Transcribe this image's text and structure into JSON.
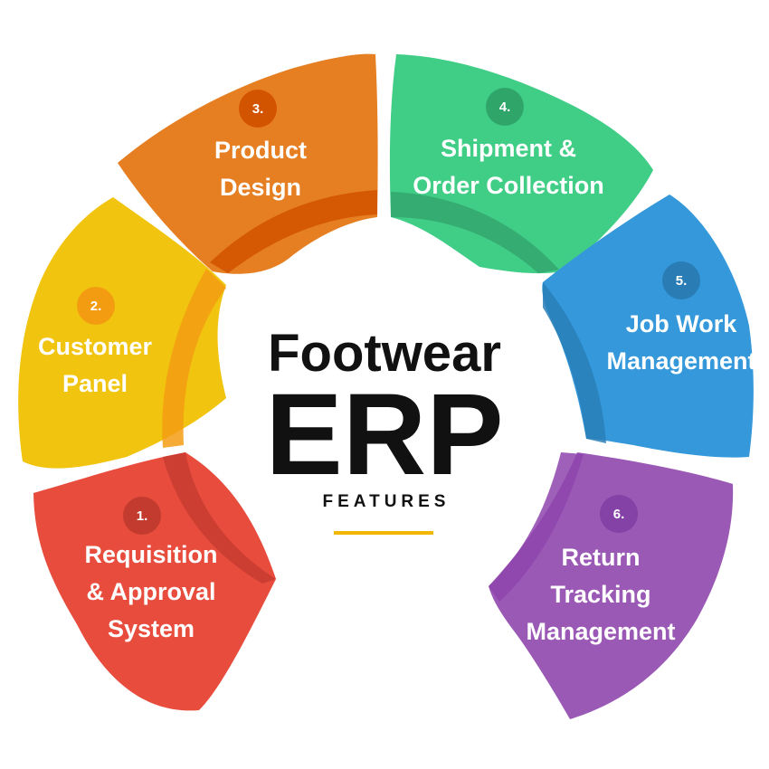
{
  "title": {
    "line1": "Footwear",
    "line2": "ERP",
    "subtitle": "FEATURES",
    "accent_color": "#F2B705"
  },
  "features": [
    {
      "number": "1.",
      "lines": [
        "Requisition",
        "& Approval",
        "System"
      ],
      "color": "#E84C3D",
      "ring_color": "#C43A30",
      "badge_color": "#C23B2E"
    },
    {
      "number": "2.",
      "lines": [
        "Customer",
        "Panel"
      ],
      "color": "#F1C40F",
      "ring_color": "#F39C12",
      "badge_color": "#F39C12"
    },
    {
      "number": "3.",
      "lines": [
        "Product",
        "Design"
      ],
      "color": "#E67E22",
      "ring_color": "#D35400",
      "badge_color": "#D35400"
    },
    {
      "number": "4.",
      "lines": [
        "Shipment &",
        "Order Collection"
      ],
      "color": "#40CE87",
      "ring_color": "#34A870",
      "badge_color": "#2FA56A"
    },
    {
      "number": "5.",
      "lines": [
        "Job Work",
        "Management"
      ],
      "color": "#3498DB",
      "ring_color": "#2A7FB8",
      "badge_color": "#2A7CB5"
    },
    {
      "number": "6.",
      "lines": [
        "Return",
        "Tracking",
        "Management"
      ],
      "color": "#9B59B6",
      "ring_color": "#8E44AD",
      "badge_color": "#8441A6"
    }
  ]
}
